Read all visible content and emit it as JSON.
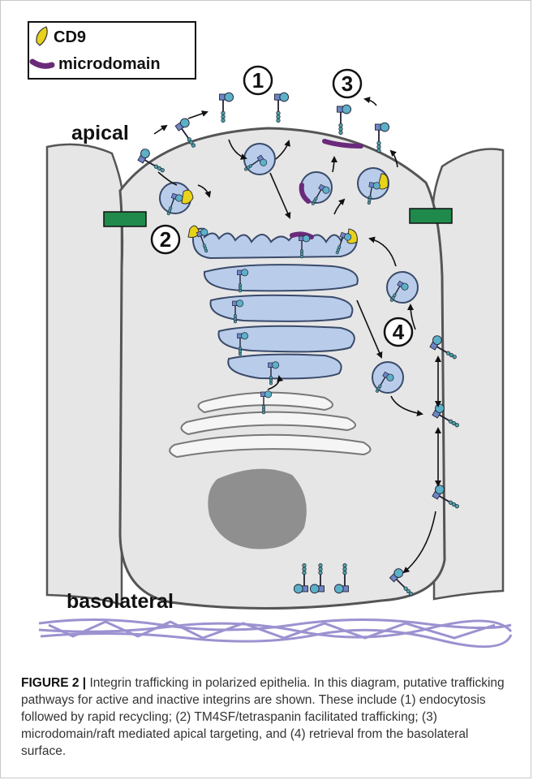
{
  "legend": {
    "cd9": "CD9",
    "microdomain": "microdomain"
  },
  "labels": {
    "apical": "apical",
    "basolateral": "basolateral"
  },
  "pathways": {
    "p1": "1",
    "p2": "2",
    "p3": "3",
    "p4": "4"
  },
  "caption": {
    "label": "FIGURE 2 |",
    "text": "Integrin trafficking in polarized epithelia. In this diagram, putative trafficking pathways for active and inactive integrins are shown. These include (1) endocytosis followed by rapid recycling; (2) TM4SF/tetraspanin facilitated trafficking; (3) microdomain/raft mediated apical targeting, and (4) retrieval from the basolateral surface."
  },
  "colors": {
    "cd9": "#e8d21a",
    "microdomain": "#6a2a7a",
    "vesicle": "#b9cdea",
    "tight_junction": "#1f8a4c",
    "cell_fill": "#e6e6e6",
    "nucleus": "#8f8f8f",
    "ecm": "#8a7fc8"
  }
}
